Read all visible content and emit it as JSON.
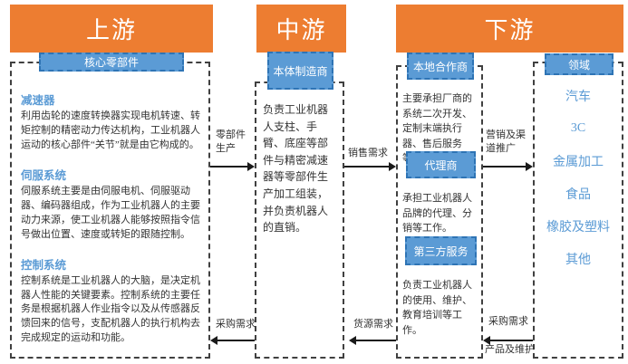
{
  "colors": {
    "header_orange": "#ED7D31",
    "tag_blue": "#5B9BD5",
    "tag_border_blue": "#2E74B5",
    "accent_text_blue": "#5B9BD5",
    "body_text": "#333333"
  },
  "upstream": {
    "header": "上游",
    "subheader": "核心零部件",
    "sections": [
      {
        "title": "减速器",
        "body": "利用齿轮的速度转换器实现电机转速、转矩控制的精密动力传达机构，工业机器人运动的核心部件“关节”就是由它构成的。"
      },
      {
        "title": "伺服系统",
        "body": "伺服系统主要是由伺服电机、伺服驱动器、编码器组成，作为工业机器人的主要动力来源，使工业机器人能够按照指令信号做出位置、速度或转矩的跟随控制。"
      },
      {
        "title": "控制系统",
        "body": "控制系统是工业机器人的大脑，是决定机器人性能的关键要素。控制系统的主要任务是根据机器人作业指令以及从传感器反馈回来的信号，支配机器人的执行机构去完成规定的运动和功能。"
      }
    ]
  },
  "midstream": {
    "header": "中游",
    "subheader": "本体制造商",
    "body": "负责工业机器人支柱、手臂、底座等部件与精密减速器等零部件生产加工组装，并负责机器人的直销。"
  },
  "downstream": {
    "header": "下游",
    "partner": {
      "subheader": "本地合作商",
      "body": "主要承担厂商的系统二次开发、定制末端执行器、售后服务等。",
      "agent_label": "代理商",
      "agent_body": "承担工业机器人品牌的代理、分销等工作。",
      "third_party_label": "第三方服务",
      "third_party_body": "负责工业机器人的使用、维护、教育培训等工作。"
    },
    "fields": {
      "subheader": "领域",
      "items": [
        "汽车",
        "3C",
        "金属加工",
        "食品",
        "橡胶及塑料",
        "其他"
      ]
    }
  },
  "arrows": {
    "parts_production": "零部件生产",
    "sales_demand": "销售需求",
    "marketing_channel": "营销及渠道推广",
    "purchase_demand_left": "采购需求",
    "supply_demand": "货源需求",
    "purchase_demand_right": "采购需求",
    "product_maintenance": "产品及维护"
  }
}
